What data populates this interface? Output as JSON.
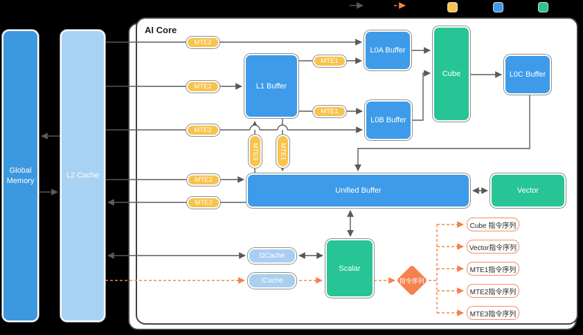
{
  "legend": {
    "items": [
      {
        "name": "solid-arrow",
        "color": "#808080"
      },
      {
        "name": "dashed-arrow",
        "color": "#F5814D"
      },
      {
        "name": "mte-swatch",
        "color": "#F8C34C"
      },
      {
        "name": "buffer-swatch",
        "color": "#3D9BE9"
      },
      {
        "name": "compute-swatch",
        "color": "#27C596"
      }
    ]
  },
  "memory": {
    "global_label": "Global Memory",
    "l2_label": "L2 Cache"
  },
  "ai_core": {
    "title": "AI Core",
    "boxes": {
      "l1": "L1 Buffer",
      "l0a": "L0A Buffer",
      "l0b": "L0B Buffer",
      "l0c": "L0C Buffer",
      "unified": "Unified Buffer",
      "cube": "Cube",
      "vector": "Vector",
      "scalar": "Scalar",
      "dcache": "DCache",
      "icache": "ICache"
    },
    "pills": {
      "mte1": "MTE1",
      "mte2": "MTE2",
      "mte3": "MTE3"
    },
    "instruction": {
      "diamond_label": "指令序列",
      "queues": [
        "Cube 指令序列",
        "Vector指令序列",
        "MTE1指令序列",
        "MTE2指令序列",
        "MTE3指令序列"
      ]
    }
  },
  "colors": {
    "buffer_blue": "#3D9BE9",
    "memory_blue": "#3C98DF",
    "l2_light_blue": "#A8D2F4",
    "cache_blue": "#A9CEF0",
    "compute_green": "#27C596",
    "mte_yellow": "#F8C34C",
    "flow_orange": "#F5814D",
    "line_gray": "#595959"
  }
}
